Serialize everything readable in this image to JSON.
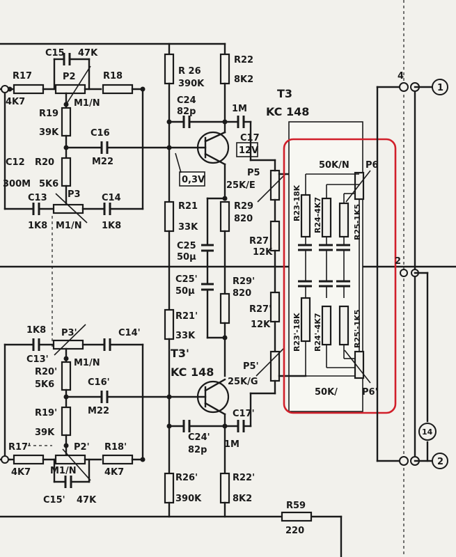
{
  "labels": {
    "c15": "C15",
    "c15v": "47K",
    "r17": "R17",
    "r17v": "4K7",
    "p2": "P2",
    "r18": "R18",
    "r19": "R19",
    "r19v": "39K",
    "m1n": "M1/N",
    "c16": "C16",
    "c16v": "M22",
    "c12": "C12",
    "c12v": "300M",
    "r20": "R20",
    "r20v": "5K6",
    "p3": "P3",
    "c13": "C13",
    "c13v": "1K8",
    "c14": "C14",
    "c14v": "1K8",
    "p3v": "M1/N",
    "r26": "R 26",
    "r26v": "390K",
    "c24": "C24",
    "c24v": "82p",
    "r22": "R22",
    "r22v": "8K2",
    "t3": "T3",
    "t3type": "KC 148",
    "c17": "C17",
    "c17v": "1M",
    "v12": "12V",
    "v03": "0,3V",
    "p5": "P5",
    "p5v": "25K/E",
    "r21": "R21",
    "r21v": "33K",
    "r29": "R29",
    "r29v": "820",
    "c25": "C25",
    "c25v": "50µ",
    "r27": "R27",
    "r27v": "12K",
    "c25p": "C25'",
    "c25pv": "50µ",
    "r29p": "R29'",
    "r29pv": "820",
    "r21p": "R21'",
    "r21pv": "33K",
    "r27p": "R27'",
    "r27pv": "12K",
    "t3p": "T3'",
    "t3ptype": "KC 148",
    "p5p": "P5'",
    "p5pv": "25K/G",
    "c17p": "C17'",
    "c24p": "C24'",
    "c24pv": "82p",
    "c1mp": "1M",
    "r26p": "R26'",
    "r26pv": "390K",
    "r22p": "R22'",
    "r22pv": "8K2",
    "r59": "R59",
    "r59v": "220",
    "p6": "P6",
    "p6v": "50K/N",
    "p6p": "P6'",
    "p6pv": "50K/",
    "r23": "R23-18K",
    "r24": "R24-4K7",
    "r25": "R25-1K5",
    "r23p": "R23'-18K",
    "r24p": "R24'-4K7",
    "r25p": "R25'-1K5",
    "c13p": "C13'",
    "c13pv": "1K8",
    "p3p": "P3'",
    "c14p": "C14'",
    "r20p": "R20'",
    "r20pv": "5K6",
    "c16p": "C16'",
    "c16pv": "M22",
    "r19p": "R19'",
    "r19pv": "39K",
    "r17p": "R17'",
    "r17pv": "4K7",
    "p2p": "P2'",
    "m1np": "M1/N",
    "r18p": "R18'",
    "r18pv": "4K7",
    "c15p": "C15'",
    "c15pv": "47K",
    "pin4": "4",
    "pin2": "2",
    "conn1": "1",
    "conn2": "2",
    "conn14": "14"
  },
  "highlight_color": "#d11f2a"
}
